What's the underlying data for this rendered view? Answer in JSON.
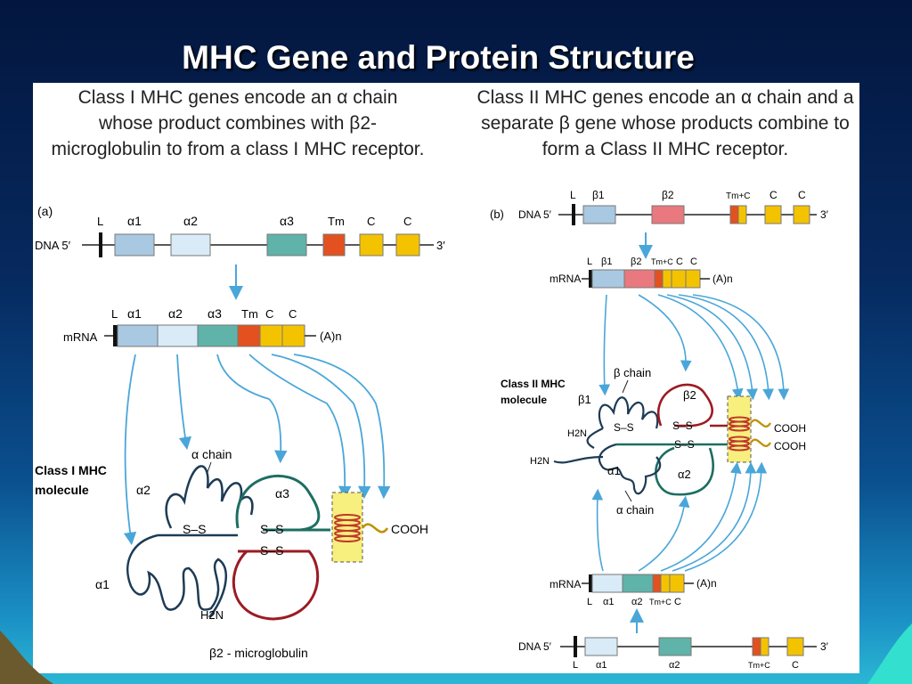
{
  "slide": {
    "title": "MHC Gene and Protein Structure"
  },
  "class1": {
    "description": "Class I MHC genes encode an α chain whose product combines with β2-microglobulin to from a class I MHC receptor.",
    "panel_label": "(a)",
    "dna_label": "DNA 5′",
    "dna_end": "3′",
    "dna_segments": [
      "L",
      "α1",
      "α2",
      "α3",
      "Tm",
      "C",
      "C"
    ],
    "mrna_label": "mRNA",
    "mrna_segments": [
      "L",
      "α1",
      "α2",
      "α3",
      "Tm",
      "C",
      "C"
    ],
    "poly_a": "(A)n",
    "molecule_label_1": "Class I MHC",
    "molecule_label_2": "molecule",
    "alpha_chain_label": "α chain",
    "domain_a1": "α1",
    "domain_a2": "α2",
    "domain_a3": "α3",
    "ss_label": "S–S",
    "h2n": "H2N",
    "cooh": "COOH",
    "b2m_label": "β2 - microglobulin"
  },
  "class2": {
    "description": "Class II MHC genes encode an α chain and a separate β gene whose products combine to form a Class II MHC receptor.",
    "panel_label": "(b)",
    "dna_label": "DNA 5′",
    "dna_end": "3′",
    "beta_dna_segments": [
      "L",
      "β1",
      "β2",
      "Tm+C",
      "C",
      "C"
    ],
    "beta_mrna_segments": [
      "L",
      "β1",
      "β2",
      "Tm+C",
      "C",
      "C"
    ],
    "mrna_label": "mRNA",
    "poly_a": "(A)n",
    "molecule_label_1": "Class II MHC",
    "molecule_label_2": "molecule",
    "beta_chain_label": "β chain",
    "alpha_chain_label": "α chain",
    "domain_b1": "β1",
    "domain_b2": "β2",
    "domain_a1": "α1",
    "domain_a2": "α2",
    "h2n_top": "H2N",
    "h2n_left": "H2N",
    "cooh_1": "COOH",
    "cooh_2": "COOH",
    "ss_label": "S–S",
    "alpha_mrna_segments": [
      "L",
      "α1",
      "α2",
      "Tm+C",
      "C"
    ],
    "alpha_dna_segments": [
      "L",
      "α1",
      "α2",
      "Tm+C",
      "C"
    ]
  },
  "colors": {
    "alpha1": "#a9c8e2",
    "alpha2": "#d8ebf7",
    "alpha3": "#5fb3a8",
    "tm": "#e2511f",
    "c": "#f4c300",
    "beta2": "#e9797e",
    "arrow": "#4aa6d9",
    "a3_loop": "#1d6e62",
    "b2m_loop": "#9b1b24"
  }
}
